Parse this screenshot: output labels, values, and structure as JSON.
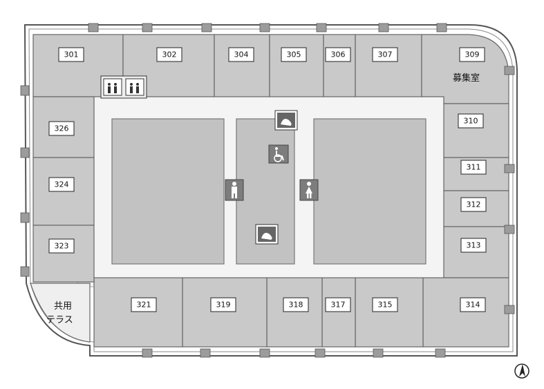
{
  "rooms": [
    {
      "id": "301",
      "label": "301"
    },
    {
      "id": "302",
      "label": "302"
    },
    {
      "id": "304",
      "label": "304"
    },
    {
      "id": "305",
      "label": "305"
    },
    {
      "id": "306",
      "label": "306"
    },
    {
      "id": "307",
      "label": "307"
    },
    {
      "id": "309",
      "label": "309"
    },
    {
      "id": "310",
      "label": "310"
    },
    {
      "id": "311",
      "label": "311"
    },
    {
      "id": "312",
      "label": "312"
    },
    {
      "id": "313",
      "label": "313"
    },
    {
      "id": "314",
      "label": "314"
    },
    {
      "id": "315",
      "label": "315"
    },
    {
      "id": "317",
      "label": "317"
    },
    {
      "id": "318",
      "label": "318"
    },
    {
      "id": "319",
      "label": "319"
    },
    {
      "id": "321",
      "label": "321"
    },
    {
      "id": "323",
      "label": "323"
    },
    {
      "id": "324",
      "label": "324"
    },
    {
      "id": "326",
      "label": "326"
    }
  ],
  "annotations": {
    "recruiting_room": "募集室",
    "shared_terrace_line1": "共用",
    "shared_terrace_line2": "テラス"
  },
  "icons": [
    "elevator-icon",
    "wheelchair-icon",
    "mens-restroom-icon",
    "womens-restroom-icon",
    "kitchenette-icon",
    "north-arrow-icon"
  ],
  "colors": {
    "room_fill": "#c9c9c9",
    "corridor": "#f4f4f4",
    "walls": "#555555"
  }
}
